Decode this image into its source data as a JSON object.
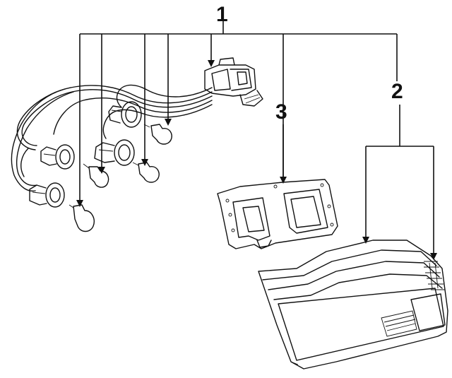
{
  "callouts": {
    "one": "1",
    "two": "2",
    "three": "3"
  },
  "colors": {
    "ink": "#111111",
    "background": "#ffffff"
  }
}
